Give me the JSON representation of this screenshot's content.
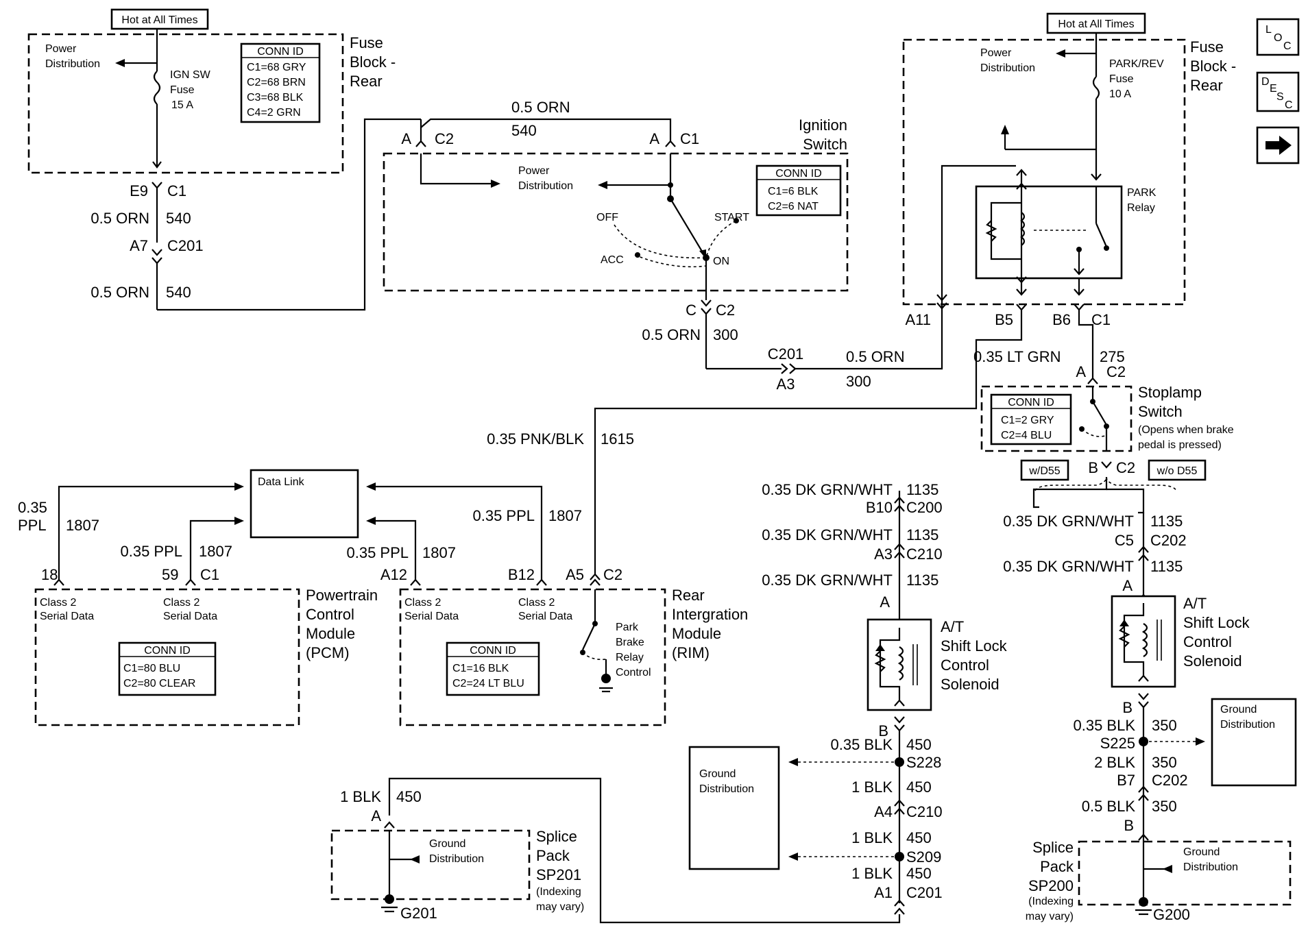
{
  "hot_left": "Hot at All Times",
  "hot_right": "Hot at All Times",
  "fuse_left": {
    "title": [
      "Fuse",
      "Block -",
      "Rear"
    ],
    "power_dist": [
      "Power",
      "Distribution"
    ],
    "fuse": [
      "IGN SW",
      "Fuse",
      "15 A"
    ],
    "conn": [
      "CONN ID",
      "C1=68 GRY",
      "C2=68 BRN",
      "C3=68 BLK",
      "C4=2 GRN"
    ],
    "e9": "E9",
    "c1": "C1"
  },
  "fuse_right": {
    "title": [
      "Fuse",
      "Block -",
      "Rear"
    ],
    "power_dist": [
      "Power",
      "Distribution"
    ],
    "fuse": [
      "PARK/REV",
      "Fuse",
      "10 A"
    ],
    "relay": [
      "PARK",
      "Relay"
    ],
    "a11": "A11",
    "b5": "B5",
    "b6": "B6",
    "c1": "C1"
  },
  "ignition": {
    "title": [
      "Ignition",
      "Switch"
    ],
    "power_dist": [
      "Power",
      "Distribution"
    ],
    "conn": [
      "CONN ID",
      "C1=6 BLK",
      "C2=6 NAT"
    ],
    "off": "OFF",
    "start": "START",
    "acc": "ACC",
    "on": "ON",
    "a_c2": "A",
    "c2": "C2",
    "a_c1": "A",
    "c1": "C1",
    "c_bot": "C",
    "c2_bot": "C2"
  },
  "wires": {
    "w1": "0.5 ORN",
    "w1n": "540",
    "a7": "A7",
    "c201": "C201",
    "w2": "0.5 ORN",
    "w2n": "540",
    "top": "0.5 ORN",
    "topn": "540",
    "ign_out": "0.5 ORN",
    "ign_outn": "300",
    "c201b": "C201",
    "a3b": "A3",
    "h300": "0.5 ORN",
    "h300n": "300",
    "ltgrn": "0.35 LT GRN",
    "ltgrnn": "275",
    "pnk": "0.35 PNK/BLK",
    "pnkn": "1615",
    "ppl_top": "0.35 PPL",
    "ppl_topn": "1807",
    "ppl_l1": "0.35",
    "ppl_l2": "PPL",
    "ppl_ln": "1807",
    "ppl_m": "0.35 PPL",
    "ppl_mn": "1807",
    "ppl_r": "0.35 PPL",
    "ppl_rn": "1807"
  },
  "pcm": {
    "title": [
      "Powertrain",
      "Control",
      "Module",
      "(PCM)"
    ],
    "pin18": "18",
    "pin59": "59",
    "c1": "C1",
    "s1": [
      "Class 2",
      "Serial Data"
    ],
    "s2": [
      "Class 2",
      "Serial Data"
    ],
    "conn": [
      "CONN ID",
      "C1=80 BLU",
      "C2=80 CLEAR"
    ]
  },
  "datalink": "Data Link",
  "rim": {
    "title": [
      "Rear",
      "Intergration",
      "Module",
      "(RIM)"
    ],
    "a12": "A12",
    "b12": "B12",
    "a5": "A5",
    "c2": "C2",
    "s1": [
      "Class 2",
      "Serial Data"
    ],
    "s2": [
      "Class 2",
      "Serial Data"
    ],
    "park": [
      "Park",
      "Brake",
      "Relay",
      "Control"
    ],
    "conn": [
      "CONN ID",
      "C1=16 BLK",
      "C2=24 LT BLU"
    ]
  },
  "stoplamp": {
    "title": [
      "Stoplamp",
      "Switch"
    ],
    "note": [
      "(Opens when brake",
      "pedal is pressed)"
    ],
    "a": "A",
    "c2": "C2",
    "b": "B",
    "c2b": "C2",
    "conn": [
      "CONN ID",
      "C1=2 GRY",
      "C2=4 BLU"
    ],
    "wd55": "w/D55",
    "wod55": "w/o D55"
  },
  "sol_left": {
    "w1": "0.35 DK GRN/WHT",
    "w1n": "1135",
    "b10": "B10",
    "c200": "C200",
    "w2": "0.35 DK GRN/WHT",
    "w2n": "1135",
    "a3": "A3",
    "c210": "C210",
    "w3": "0.35 DK GRN/WHT",
    "w3n": "1135",
    "a": "A",
    "title": [
      "A/T",
      "Shift Lock",
      "Control",
      "Solenoid"
    ],
    "b": "B",
    "g1": "0.35 BLK",
    "g1n": "450",
    "s228": "S228",
    "g2": "1 BLK",
    "g2n": "450",
    "a4": "A4",
    "c210b": "C210",
    "g3": "1 BLK",
    "g3n": "450",
    "s209": "S209",
    "g4": "1 BLK",
    "g4n": "450",
    "a1": "A1",
    "c201": "C201",
    "ground": [
      "Ground",
      "Distribution"
    ]
  },
  "sol_right": {
    "w1": "0.35 DK GRN/WHT",
    "w1n": "1135",
    "c5": "C5",
    "c202": "C202",
    "w2": "0.35 DK GRN/WHT",
    "w2n": "1135",
    "a": "A",
    "title": [
      "A/T",
      "Shift Lock",
      "Control",
      "Solenoid"
    ],
    "b": "B",
    "g1": "0.35 BLK",
    "g1n": "350",
    "s225": "S225",
    "g2": "2 BLK",
    "g2n": "350",
    "b7": "B7",
    "c202b": "C202",
    "g3": "0.5 BLK",
    "g3n": "350",
    "bb": "B",
    "ground": [
      "Ground",
      "Distribution"
    ]
  },
  "sp201": {
    "w": "1 BLK",
    "wn": "450",
    "a": "A",
    "ground": [
      "Ground",
      "Distribution"
    ],
    "title": [
      "Splice",
      "Pack",
      "SP201"
    ],
    "note": [
      "(Indexing",
      "may vary)"
    ],
    "g": "G201"
  },
  "sp200": {
    "ground": [
      "Ground",
      "Distribution"
    ],
    "title": [
      "Splice",
      "Pack",
      "SP200"
    ],
    "note": [
      "(Indexing",
      "may vary)"
    ],
    "g": "G200"
  },
  "nav": {
    "loc": [
      "L",
      "O",
      "C"
    ],
    "desc": [
      "D",
      "E",
      "S",
      "C"
    ],
    "next": "→"
  }
}
